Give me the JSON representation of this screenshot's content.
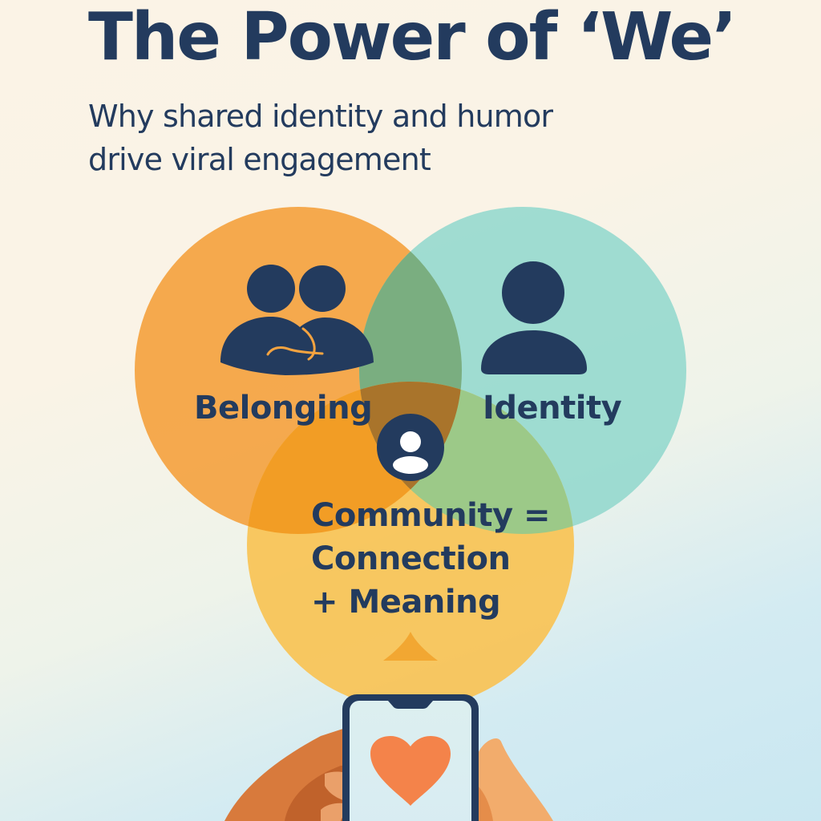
{
  "header": {
    "title": "The Power of ‘We’",
    "subtitle_line1": "Why shared identity and humor",
    "subtitle_line2": "drive viral engagement"
  },
  "venn": {
    "circles": [
      {
        "id": "belonging",
        "label": "Belonging",
        "icon": "two-people-hugging-icon",
        "color": "#f4a340"
      },
      {
        "id": "identity",
        "label": "Identity",
        "icon": "person-icon",
        "color": "#8fd7cc"
      },
      {
        "id": "community",
        "label_line1": "Community =",
        "label_line2": "Connection",
        "label_line3": "+ Meaning",
        "color": "#f8c458"
      }
    ],
    "center_icon": "user-avatar-icon"
  },
  "footer": {
    "illustration": "hands-holding-phone",
    "phone_icon": "heart-icon",
    "heart_color": "#f4834a",
    "phone_frame_color": "#233b5e"
  },
  "colors": {
    "navy": "#233b5e",
    "orange": "#f4a340",
    "teal": "#8fd7cc",
    "yellow": "#f8c458",
    "bg_top": "#faf3e6",
    "bg_bottom": "#c9e7f1"
  }
}
